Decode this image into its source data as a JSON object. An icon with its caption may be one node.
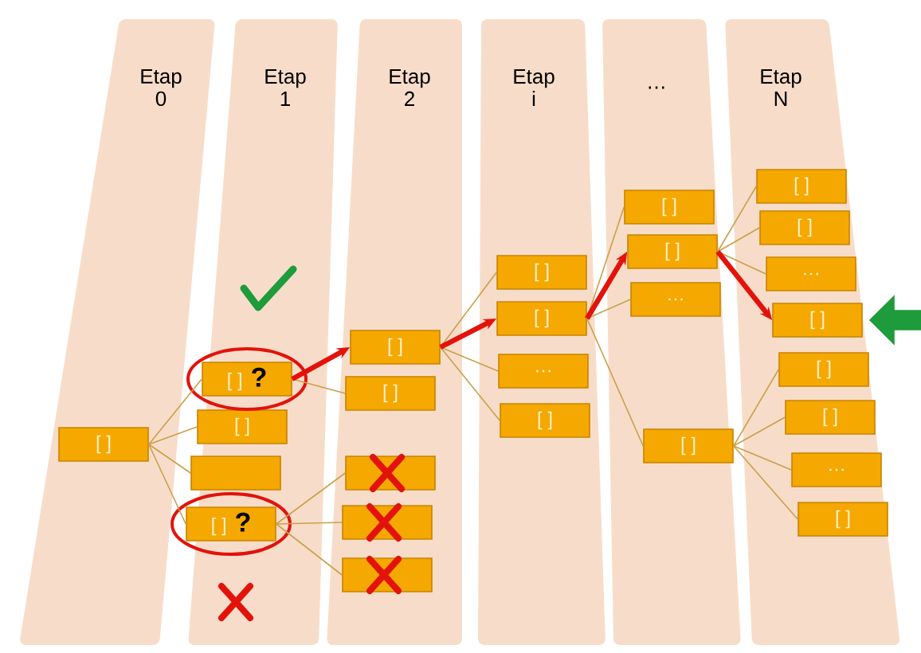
{
  "diagram": {
    "nodes": [
      {
        "text": [
          "Etap 0"
        ]
      },
      {
        "text": [
          "Etap 1"
        ]
      },
      {
        "text": [
          "Etap 2"
        ]
      },
      {
        "text": [
          "Etap i"
        ]
      },
      {
        "text": [
          "…"
        ]
      },
      {
        "text": [
          "Etap N"
        ]
      },
      {
        "text": [
          "[ ]"
        ],
        "in": 0
      },
      {
        "text": [
          "[ ]",
          "?"
        ],
        "in": 1
      },
      {
        "text": [
          "[ ]"
        ],
        "in": 1
      },
      {
        "text": [],
        "shape": "box",
        "in": 1
      },
      {
        "text": [
          "[ ]",
          "?"
        ],
        "in": 1
      },
      {
        "text": [
          "[ ]"
        ],
        "in": 2
      },
      {
        "text": [
          "[ ]"
        ],
        "in": 2
      },
      {
        "text": [],
        "shape": "box",
        "in": 2
      },
      {
        "text": [],
        "shape": "box",
        "in": 2
      },
      {
        "text": [],
        "shape": "box",
        "in": 2
      },
      {
        "text": [
          "[ ]"
        ],
        "in": 3
      },
      {
        "text": [
          "[ ]"
        ],
        "in": 3
      },
      {
        "text": [
          "…"
        ],
        "in": 3
      },
      {
        "text": [
          "[ ]"
        ],
        "in": 3
      },
      {
        "text": [
          "[ ]"
        ],
        "in": 4
      },
      {
        "text": [
          "[ ]"
        ],
        "in": 4
      },
      {
        "text": [
          "…"
        ],
        "in": 4
      },
      {
        "text": [
          "[ ]"
        ],
        "in": 4
      },
      {
        "text": [
          "[ ]"
        ],
        "in": 5
      },
      {
        "text": [
          "[ ]"
        ],
        "in": 5
      },
      {
        "text": [
          "…"
        ],
        "in": 5
      },
      {
        "text": [
          "[ ]"
        ],
        "in": 5
      },
      {
        "text": [
          "[ ]"
        ],
        "in": 5
      },
      {
        "text": [
          "[ ]"
        ],
        "in": 5
      },
      {
        "text": [
          "…"
        ],
        "in": 5
      },
      {
        "text": [
          "[ ]"
        ],
        "in": 5
      }
    ],
    "edges": [
      {
        "from": 6,
        "to": 7,
        "arrow": "none"
      },
      {
        "from": 6,
        "to": 8,
        "arrow": "none"
      },
      {
        "from": 6,
        "to": 9,
        "arrow": "none"
      },
      {
        "from": 6,
        "to": 10,
        "arrow": "none"
      },
      {
        "from": 7,
        "to": 12,
        "arrow": "none"
      },
      {
        "from": 10,
        "to": 13,
        "arrow": "none"
      },
      {
        "from": 10,
        "to": 14,
        "arrow": "none"
      },
      {
        "from": 10,
        "to": 15,
        "arrow": "none"
      },
      {
        "from": 11,
        "to": 16,
        "arrow": "none"
      },
      {
        "from": 11,
        "to": 18,
        "arrow": "none"
      },
      {
        "from": 11,
        "to": 19,
        "arrow": "none"
      },
      {
        "from": 17,
        "to": 20,
        "arrow": "none"
      },
      {
        "from": 17,
        "to": 22,
        "arrow": "none"
      },
      {
        "from": 17,
        "to": 23,
        "arrow": "none"
      },
      {
        "from": 21,
        "to": 24,
        "arrow": "none"
      },
      {
        "from": 21,
        "to": 25,
        "arrow": "none"
      },
      {
        "from": 21,
        "to": 26,
        "arrow": "none"
      },
      {
        "from": 23,
        "to": 28,
        "arrow": "none"
      },
      {
        "from": 23,
        "to": 29,
        "arrow": "none"
      },
      {
        "from": 23,
        "to": 30,
        "arrow": "none"
      },
      {
        "from": 23,
        "to": 31,
        "arrow": "none"
      },
      {
        "from": 7,
        "to": 11,
        "arrow": "to",
        "style": "thick",
        "color": "#e3120b"
      },
      {
        "from": 11,
        "to": 17,
        "arrow": "to",
        "style": "thick",
        "color": "#e3120b"
      },
      {
        "from": 17,
        "to": 21,
        "arrow": "to",
        "style": "thick",
        "color": "#e3120b"
      },
      {
        "from": 21,
        "to": 27,
        "arrow": "to",
        "style": "thick",
        "color": "#e3120b"
      },
      {
        "from": null,
        "to": 27,
        "arrow": "to",
        "style": "thick",
        "color": "#1e9b3a"
      }
    ]
  }
}
